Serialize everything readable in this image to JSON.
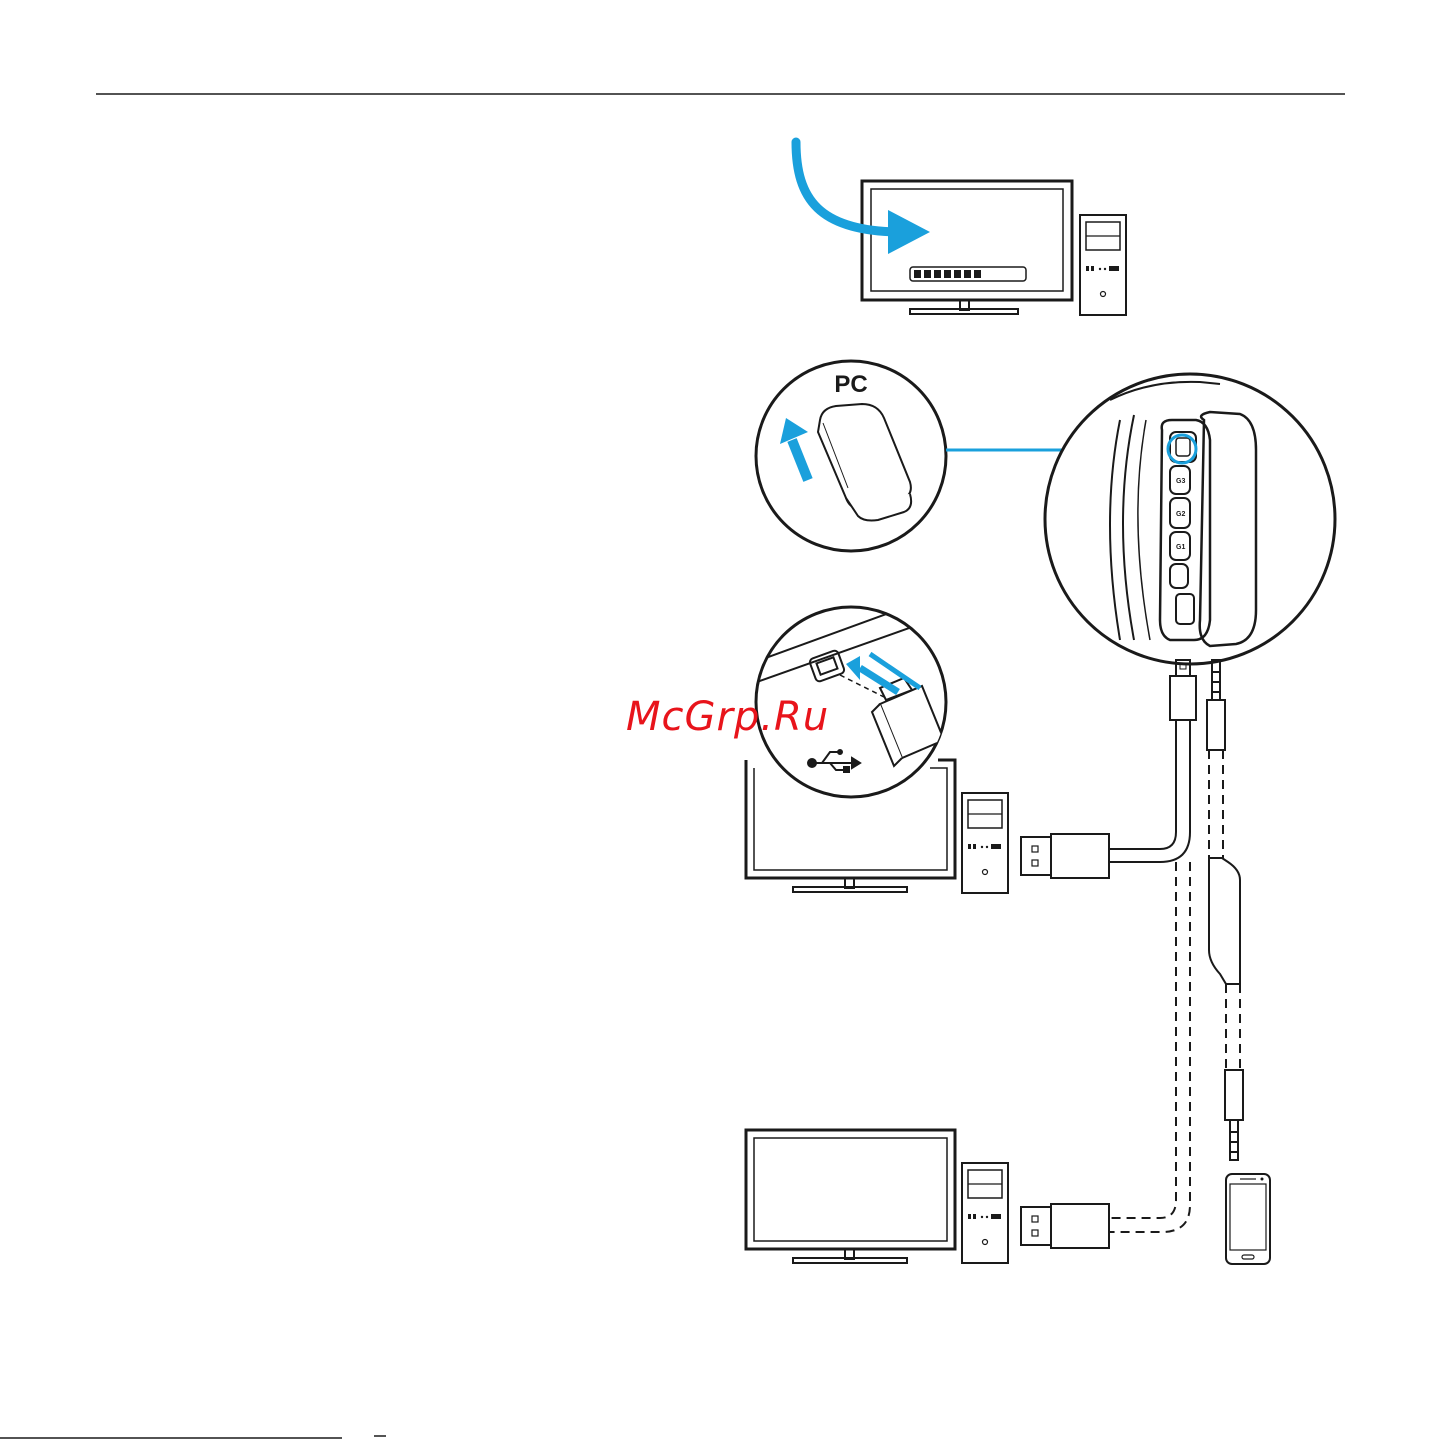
{
  "labels": {
    "switch_label": "PC",
    "watermark": "McGrp.Ru",
    "button_g3": "G3",
    "button_g2": "G2",
    "button_g1": "G1"
  },
  "colors": {
    "accent": "#1aa0dc",
    "line": "#1a1a1a",
    "watermark": "#e8141b"
  },
  "icons": [
    "download-arrow-icon",
    "usb-symbol-icon",
    "up-arrow-icon",
    "mobile-phone-icon"
  ]
}
